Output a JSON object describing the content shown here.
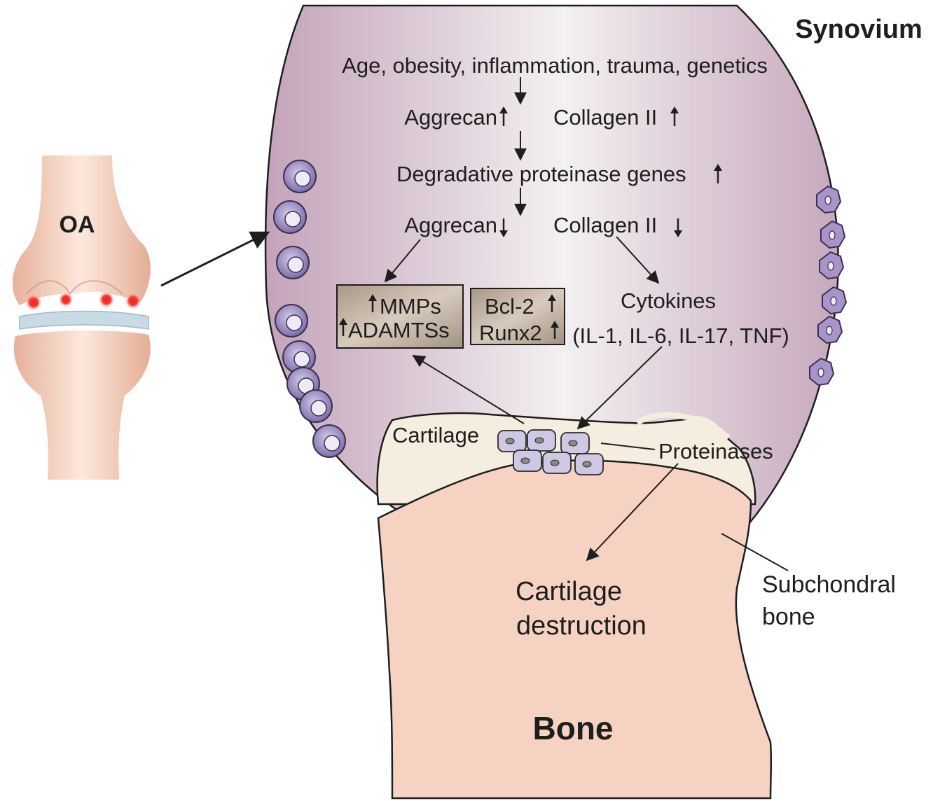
{
  "labels": {
    "synovium": "Synovium",
    "oa": "OA",
    "causes": "Age, obesity, inflammation, trauma, genetics",
    "aggrecan_up": "Aggrecan",
    "collagen_up": "Collagen II",
    "degradative": "Degradative proteinase genes",
    "aggrecan_down": "Aggrecan",
    "collagen_down": "Collagen II",
    "mmps": "MMPs",
    "adamts": "ADAMTSs",
    "bcl2": "Bcl-2",
    "runx2": "Runx2",
    "cytokines": "Cytokines",
    "cytokine_list": "(IL-1, IL-6, IL-17, TNF)",
    "cartilage": "Cartilage",
    "proteinases": "Proteinases",
    "cartilage_destruction_1": "Cartilage",
    "cartilage_destruction_2": "destruction",
    "subchondral_1": "Subchondral",
    "subchondral_2": "bone",
    "bone": "Bone"
  },
  "colors": {
    "synovium_fill": "#c7a9bf",
    "synovium_center": "#f2eef0",
    "bone_fill": "#f5d2c2",
    "cartilage_fill": "#f5eee0",
    "gene_box_fill": "#c0b0a2",
    "cell_fill": "#9a8ac2",
    "chondrocyte_fill": "#cfc8e4",
    "joint_red": "#ee2a2a",
    "meniscus": "#c8dbe4"
  }
}
